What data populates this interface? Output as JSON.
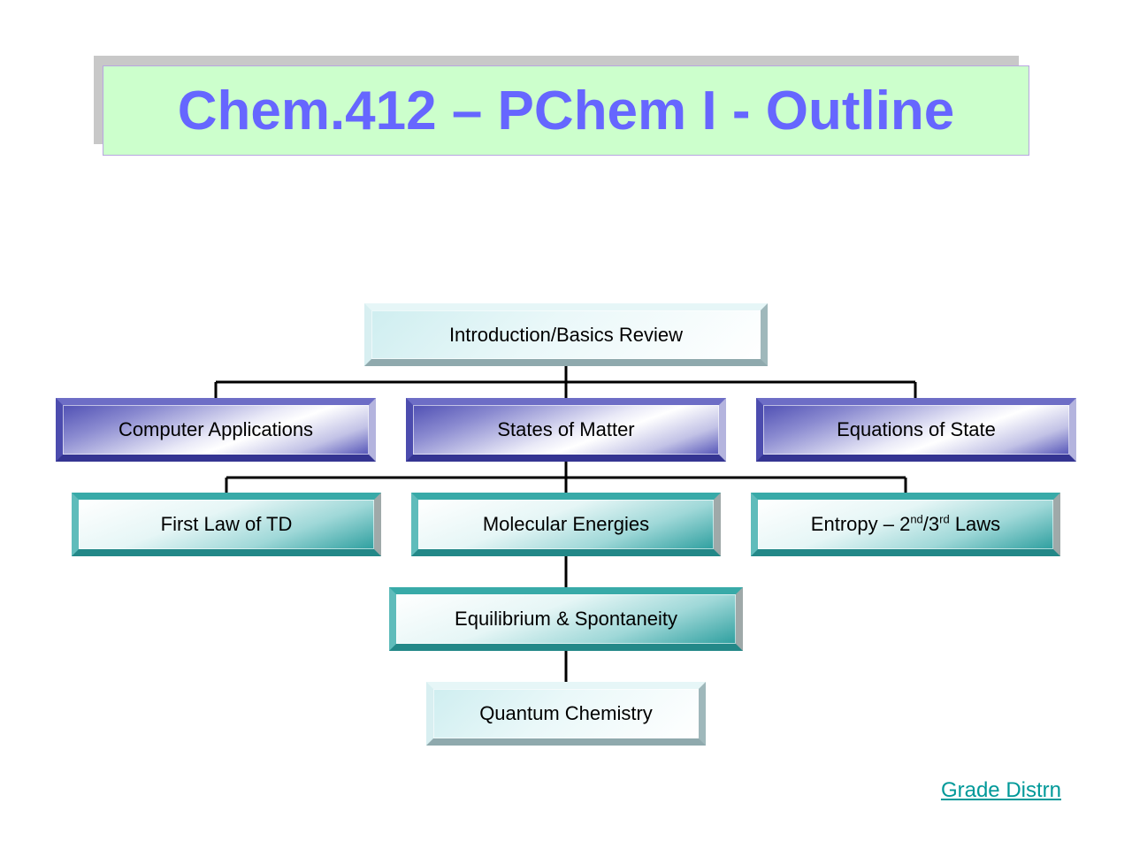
{
  "title": "Chem.412 – PChem I - Outline",
  "colors": {
    "title_text": "#6666ff",
    "title_background": "#ccffcc",
    "link": "#009999",
    "connector": "#000000"
  },
  "nodes": {
    "intro": "Introduction/Basics Review",
    "computer": "Computer Applications",
    "states": "States of Matter",
    "equations": "Equations of State",
    "first_law": "First Law of TD",
    "molecular": "Molecular Energies",
    "entropy": {
      "prefix": "Entropy – 2",
      "sup1": "nd",
      "mid": "/3",
      "sup2": "rd",
      "suffix": " Laws"
    },
    "equilibrium": "Equilibrium & Spontaneity",
    "quantum": "Quantum Chemistry"
  },
  "link_label": "Grade Distrn"
}
